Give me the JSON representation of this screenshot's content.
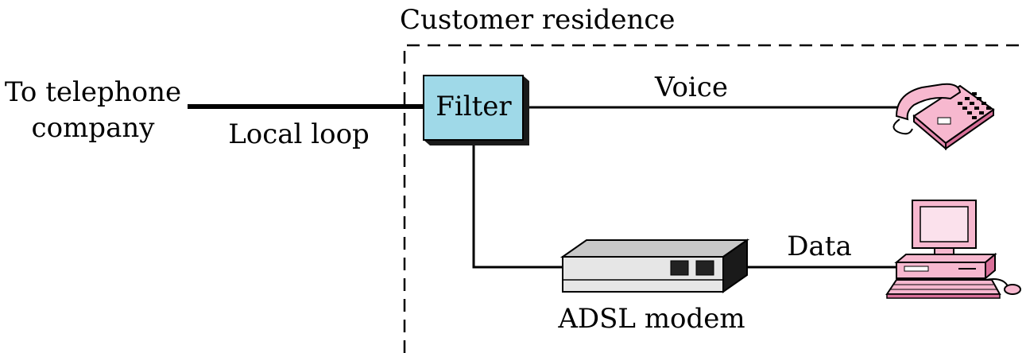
{
  "labels": {
    "residence": "Customer residence",
    "telco_line1": "To telephone",
    "telco_line2": "company",
    "local_loop": "Local loop",
    "filter": "Filter",
    "voice": "Voice",
    "data": "Data",
    "modem": "ADSL modem"
  },
  "colors": {
    "filter_fill": "#9fd9e8",
    "phone_fill": "#f7b8cf",
    "computer_fill": "#f7b8cf",
    "modem_top": "#c8c8c8",
    "modem_side": "#1a1a1a"
  }
}
